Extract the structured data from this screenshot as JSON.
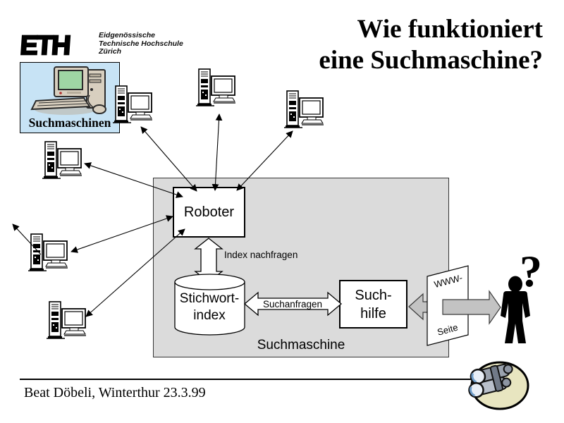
{
  "slide": {
    "title_line1": "Wie funktioniert",
    "title_line2": "eine Suchmaschine?",
    "footer": "Beat Döbeli, Winterthur 23.3.99"
  },
  "eth_logo": {
    "wordmark": "ETH",
    "name_line1": "Eidgenössische",
    "name_line2": "Technische Hochschule",
    "name_line3": "Zürich"
  },
  "legend": {
    "label": "Suchmaschinen",
    "bg_color": "#c7e3f5"
  },
  "diagram": {
    "container_label": "Suchmaschine",
    "container_bg": "#dbdbdb",
    "robot_box_label": "Roboter",
    "index_arrow_label": "Index nachfragen",
    "keyword_index_line1": "Stichwort-",
    "keyword_index_line2": "index",
    "query_arrow_label": "Suchanfragen",
    "search_help_line1": "Such-",
    "search_help_line2": "hilfe",
    "www_page_line1": "WWW-",
    "www_page_line2": "Seite",
    "user_question_mark": "?",
    "web_computer_count": 6
  },
  "icons": {
    "computer_icon": "tower-pc-with-crt-monitor",
    "search_machine_clipart": "desktop-computer-clipart",
    "user_icon": "person-silhouette",
    "binoculars_icon": "binoculars-clipart"
  },
  "colors": {
    "block_arrow_white": "#ffffff",
    "block_arrow_gray": "#c3c3c3",
    "binoculars_bg": "#e8e5c0",
    "container_gray": "#dbdbdb",
    "legend_blue": "#c7e3f5"
  }
}
